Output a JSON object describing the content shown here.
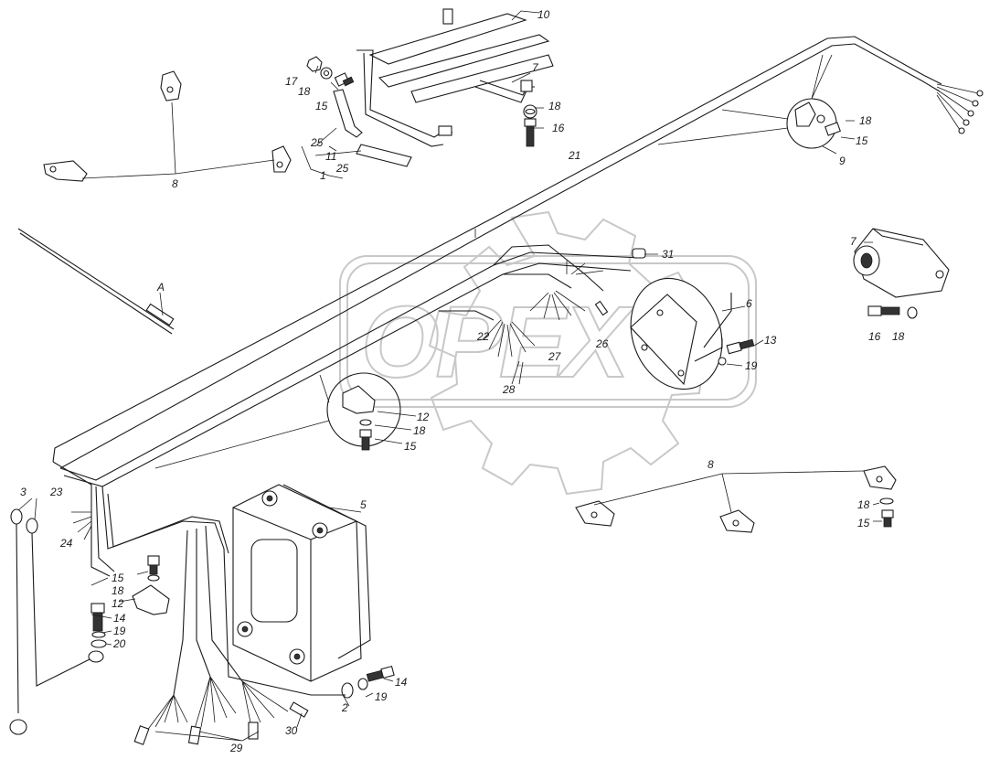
{
  "watermark": {
    "text": "OPEX"
  },
  "labels": {
    "l10": "10",
    "l7a": "7",
    "l17": "17",
    "l18a": "18",
    "l15a": "15",
    "l18b": "18",
    "l16a": "16",
    "l25a": "25",
    "l11": "11",
    "l25b": "25",
    "l1": "1",
    "l8a": "8",
    "l21": "21",
    "l18c": "18",
    "l15b": "15",
    "l9": "9",
    "lA": "A",
    "l31": "31",
    "l7b": "7",
    "l6": "6",
    "l22": "22",
    "l27": "27",
    "l26": "26",
    "l28": "28",
    "l13": "13",
    "l19a": "19",
    "l16b": "16",
    "l18d": "18",
    "l12a": "12",
    "l18e": "18",
    "l15c": "15",
    "l3": "3",
    "l23": "23",
    "l24": "24",
    "l5": "5",
    "l15d": "15",
    "l18f": "18",
    "l12b": "12",
    "l14a": "14",
    "l19b": "19",
    "l20": "20",
    "l14b": "14",
    "l19c": "19",
    "l2": "2",
    "l29": "29",
    "l30": "30",
    "l8b": "8",
    "l18g": "18",
    "l15e": "15"
  }
}
